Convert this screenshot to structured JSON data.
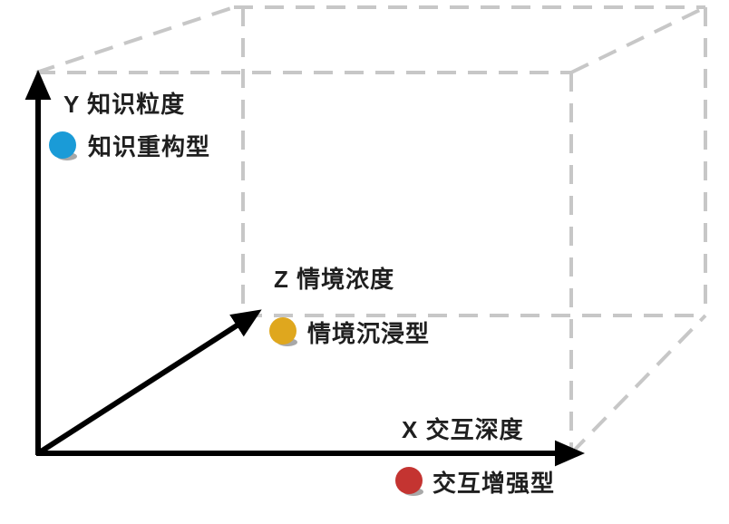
{
  "diagram": {
    "y_axis": {
      "label": "Y 知识粒度",
      "point_label": "知识重构型",
      "point_color": "#1a9bd7"
    },
    "z_axis": {
      "label": "Z 情境浓度",
      "point_label": "情境沉浸型",
      "point_color": "#dfa71e"
    },
    "x_axis": {
      "label": "X 交互深度",
      "point_label": "交互增强型",
      "point_color": "#c43431"
    },
    "colors": {
      "axis_line": "#000000",
      "cube_line": "#c7c7c7",
      "label_text": "#1f1f1f",
      "point_shadow": "#a8a8a8",
      "background": "#ffffff"
    }
  }
}
